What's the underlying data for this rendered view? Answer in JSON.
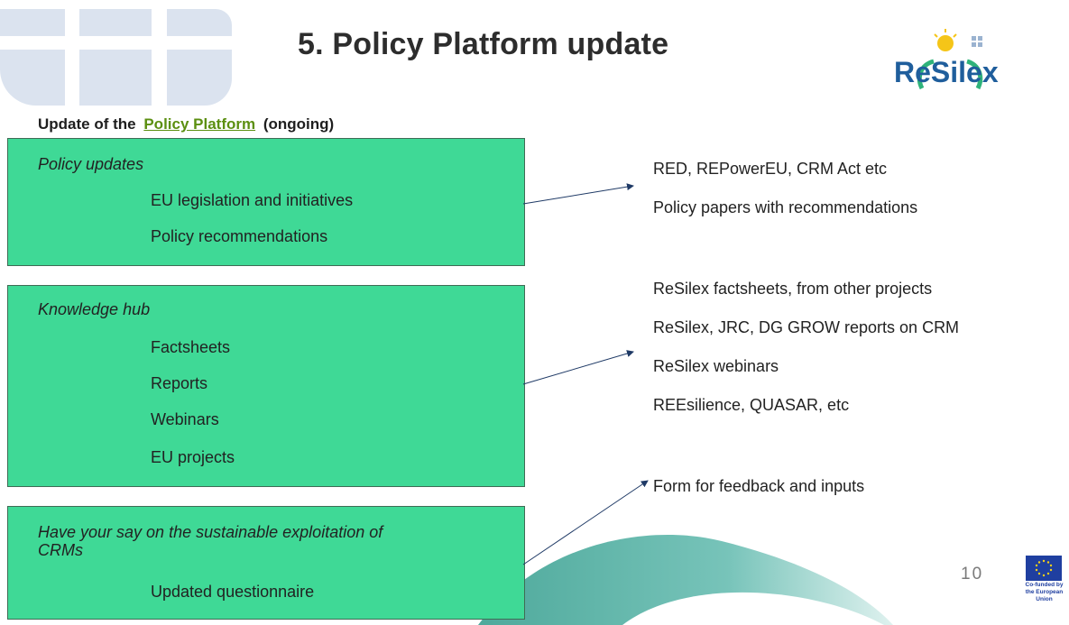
{
  "slide": {
    "title": "5. Policy Platform update",
    "page_number": "10",
    "subtitle": {
      "prefix": "Update of the",
      "link": "Policy Platform",
      "suffix": "(ongoing)"
    }
  },
  "logo": {
    "text": "ReSilex"
  },
  "boxes": [
    {
      "heading": "Policy updates",
      "items": [
        "EU legislation and initiatives",
        "Policy recommendations"
      ]
    },
    {
      "heading": "Knowledge hub",
      "items": [
        "Factsheets",
        "Reports",
        "Webinars",
        "EU projects"
      ]
    },
    {
      "heading": "Have your say on the sustainable exploitation of CRMs",
      "heading_line1": "Have your say on the sustainable exploitation of",
      "heading_line2": "CRMs",
      "items": [
        "Updated questionnaire"
      ]
    }
  ],
  "right": {
    "group1": [
      "RED, REPowerEU, CRM Act etc",
      "Policy papers with recommendations"
    ],
    "group2": [
      "ReSilex factsheets, from other projects",
      "ReSilex, JRC, DG GROW reports on CRM",
      "ReSilex webinars",
      "REEsilience, QUASAR, etc"
    ],
    "group3": [
      "Form for feedback and inputs"
    ]
  },
  "eu": {
    "caption_line1": "Co-funded by",
    "caption_line2": "the European Union"
  },
  "colors": {
    "box_fill": "#3fd996",
    "link": "#5b8f10",
    "swoosh": "#2f9a8a",
    "tile": "#dbe3ef",
    "logo_blue": "#1f5e9c"
  }
}
